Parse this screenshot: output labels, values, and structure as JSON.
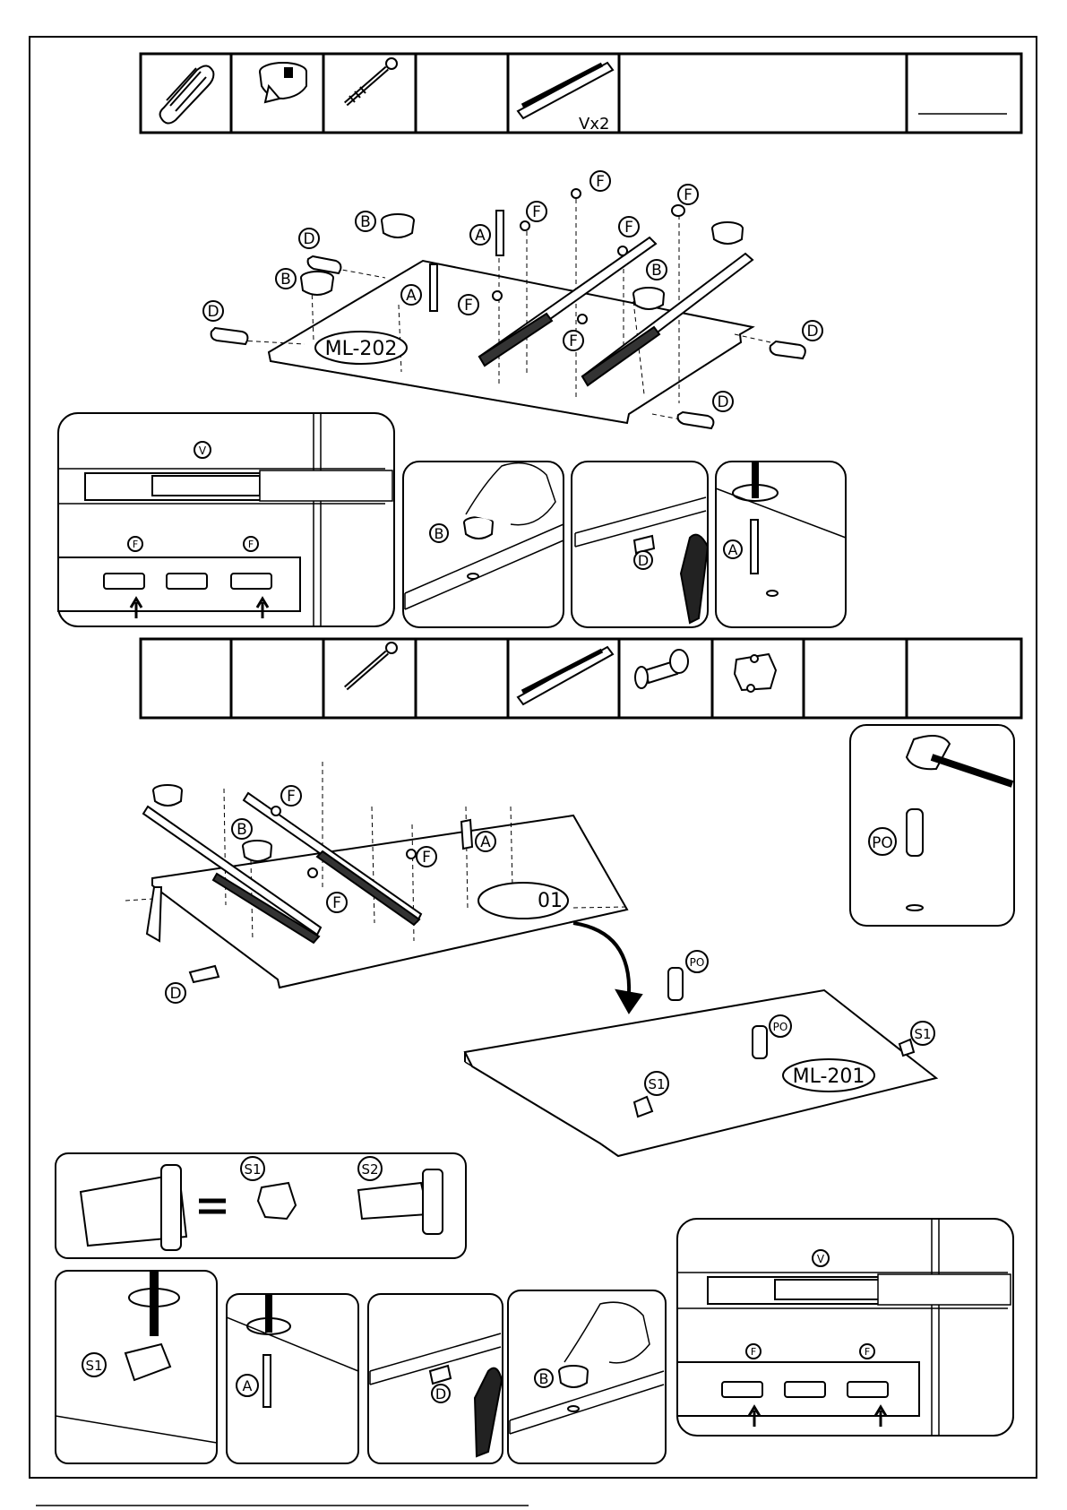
{
  "parts_row_1": {
    "slots": [
      {
        "icon": "wooden-dowel-icon",
        "label": ""
      },
      {
        "icon": "cam-lock-icon",
        "label": ""
      },
      {
        "icon": "cam-bolt-icon",
        "label": ""
      },
      {
        "icon": "",
        "label": ""
      },
      {
        "icon": "drawer-slide-icon",
        "label": "Vx2"
      },
      {
        "icon": "",
        "label": ""
      },
      {
        "icon": "",
        "label": ""
      }
    ]
  },
  "parts_row_2": {
    "slots": [
      {
        "icon": "",
        "label": ""
      },
      {
        "icon": "",
        "label": ""
      },
      {
        "icon": "cam-bolt-icon",
        "label": ""
      },
      {
        "icon": "",
        "label": ""
      },
      {
        "icon": "drawer-slide-icon",
        "label": ""
      },
      {
        "icon": "shelf-pin-icon",
        "label": ""
      },
      {
        "icon": "hinge-plate-icon",
        "label": ""
      },
      {
        "icon": "",
        "label": ""
      },
      {
        "icon": "",
        "label": ""
      }
    ]
  },
  "step1": {
    "panel_label": "ML-202",
    "callouts": {
      "a": "A",
      "b": "B",
      "d": "D",
      "f": "F",
      "v": "V"
    }
  },
  "step2": {
    "panel_label_top": "01",
    "panel_label_bottom": "ML-201",
    "callouts": {
      "a": "A",
      "b": "B",
      "d": "D",
      "f": "F",
      "po": "PO",
      "s1": "S1",
      "s2": "S2"
    }
  }
}
